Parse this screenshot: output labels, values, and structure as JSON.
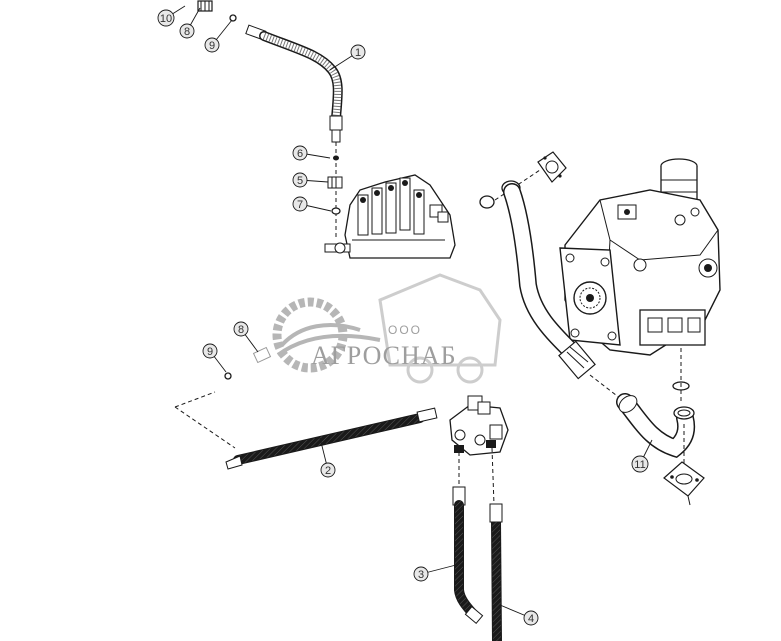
{
  "diagram": {
    "callouts": [
      {
        "id": "c10a",
        "label": "10"
      },
      {
        "id": "c8a",
        "label": "8"
      },
      {
        "id": "c9a",
        "label": "9"
      },
      {
        "id": "c1",
        "label": "1"
      },
      {
        "id": "c6",
        "label": "6"
      },
      {
        "id": "c5",
        "label": "5"
      },
      {
        "id": "c7",
        "label": "7"
      },
      {
        "id": "c8b",
        "label": "8"
      },
      {
        "id": "c9b",
        "label": "9"
      },
      {
        "id": "c2",
        "label": "2"
      },
      {
        "id": "c11",
        "label": "11"
      },
      {
        "id": "c3",
        "label": "3"
      },
      {
        "id": "c4",
        "label": "4"
      }
    ]
  },
  "watermark": {
    "prefix": "ООО",
    "brand": "АГРОСНАБ",
    "color": "#9e9e9e"
  },
  "colors": {
    "line": "#1a1a1a",
    "callout_fill": "#e8e8e8",
    "part_fill": "#ffffff"
  }
}
